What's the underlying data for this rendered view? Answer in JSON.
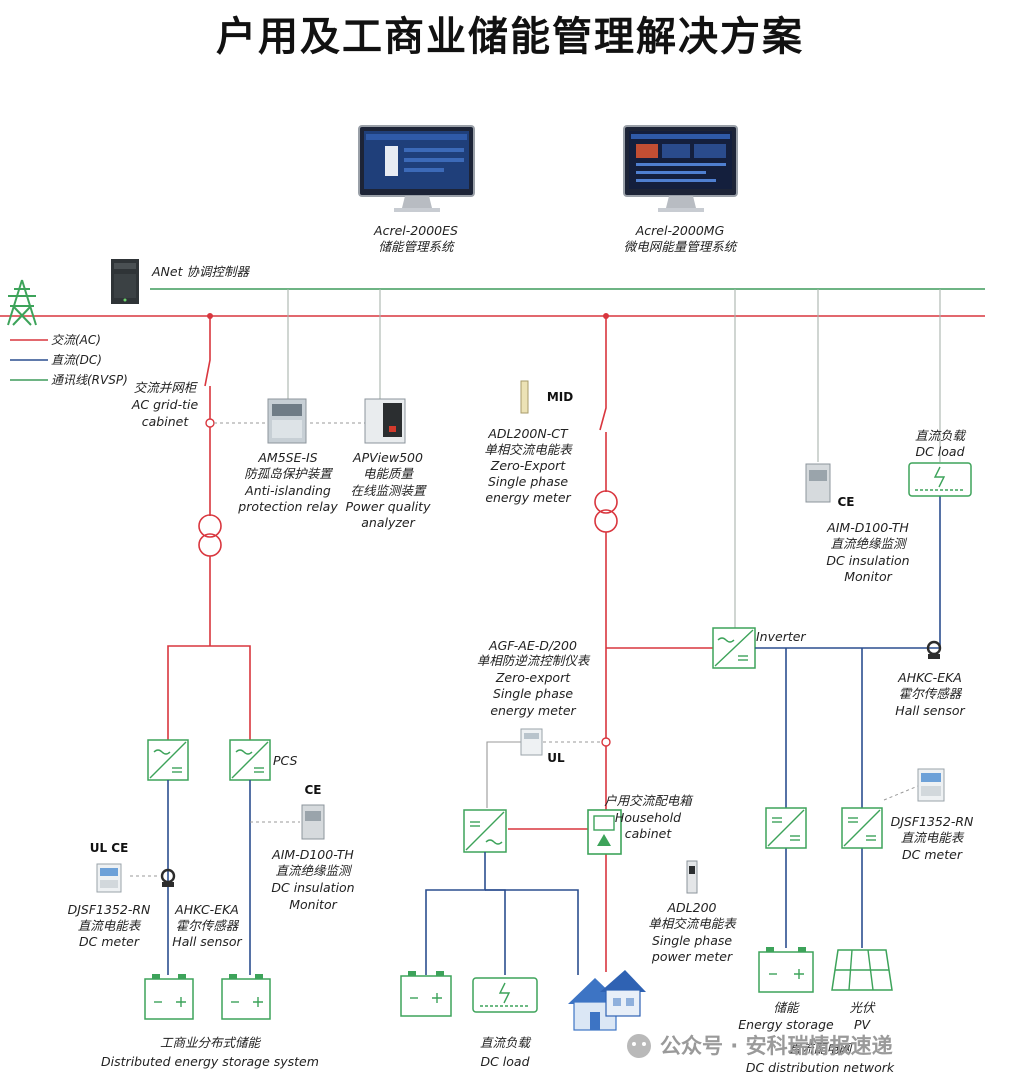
{
  "title": "户用及工商业储能管理解决方案",
  "legend": {
    "ac": "交流(AC)",
    "dc": "直流(DC)",
    "com": "通讯线(RVSP)"
  },
  "colors": {
    "ac": "#d9363e",
    "dc": "#2c4f8f",
    "com": "#3f9b5c",
    "device_green": "#3da35a"
  },
  "systems": {
    "es": {
      "model": "Acrel-2000ES",
      "name": "储能管理系统"
    },
    "mg": {
      "model": "Acrel-2000MG",
      "name": "微电网能量管理系统"
    }
  },
  "controller": "ANet 协调控制器",
  "ac_cabinet": [
    "交流并网柜",
    "AC grid-tie",
    "cabinet"
  ],
  "am5se": [
    "AM5SE-IS",
    "防孤岛保护装置",
    "Anti-islanding",
    "protection relay"
  ],
  "apview": [
    "APView500",
    "电能质量",
    "在线监测装置",
    "Power quality",
    "analyzer"
  ],
  "mid": "MID",
  "adl200n": [
    "ADL200N-CT",
    "单相交流电能表",
    "Zero-Export",
    "Single phase",
    "energy meter"
  ],
  "dc_load_top": [
    "直流负载",
    "DC load"
  ],
  "aim_right": [
    "AIM-D100-TH",
    "直流绝缘监测",
    "DC insulation",
    "Monitor"
  ],
  "inverter": "Inverter",
  "agf": [
    "AGF-AE-D/200",
    "单相防逆流控制仪表",
    "Zero-export",
    "Single phase",
    "energy meter"
  ],
  "ahkc_right": [
    "AHKC-EKA",
    "霍尔传感器",
    "Hall sensor"
  ],
  "pcs": "PCS",
  "ce": "CE",
  "aim_left": [
    "AIM-D100-TH",
    "直流绝缘监测",
    "DC insulation",
    "Monitor"
  ],
  "ul_ce": "UL CE",
  "djsf_left": [
    "DJSF1352-RN",
    "直流电能表",
    "DC meter"
  ],
  "ahkc_left": [
    "AHKC-EKA",
    "霍尔传感器",
    "Hall sensor"
  ],
  "ul": "UL",
  "household": [
    "户用交流配电箱",
    "Household",
    "cabinet"
  ],
  "djsf_right": [
    "DJSF1352-RN",
    "直流电能表",
    "DC meter"
  ],
  "adl200": [
    "ADL200",
    "单相交流电能表",
    "Single phase",
    "power meter"
  ],
  "distributed": [
    "工商业分布式储能",
    "Distributed energy storage system"
  ],
  "dc_load_bottom": [
    "直流负载",
    "DC load"
  ],
  "storage_right": [
    "储能",
    "Energy storage"
  ],
  "pv": [
    "光伏",
    "PV"
  ],
  "dc_network": [
    "直流配电网",
    "DC distribution network"
  ],
  "watermark": "公众号 · 安科瑞情报速递"
}
